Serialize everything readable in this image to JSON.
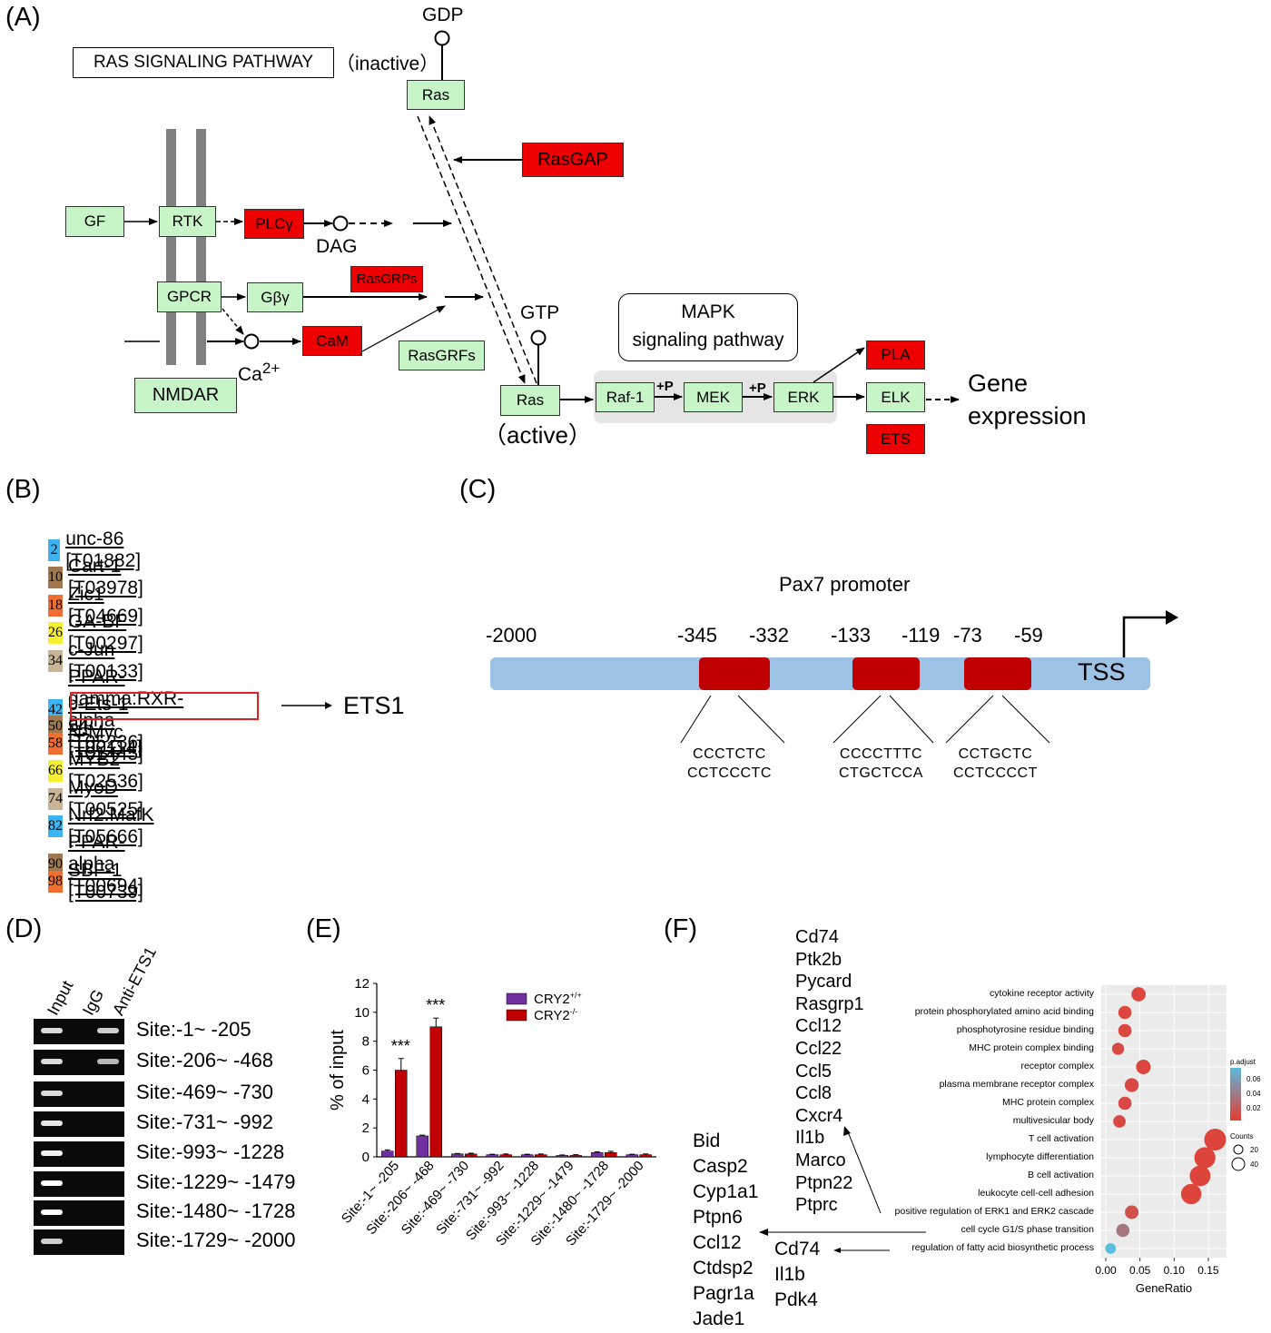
{
  "panel_labels": [
    "(A)",
    "(B)",
    "(C)",
    "(D)",
    "(E)",
    "(F)"
  ],
  "panelA": {
    "title": "RAS SIGNALING PATHWAY",
    "state_inactive": "（inactive）",
    "state_active": "（active）",
    "gdp": "GDP",
    "gtp": "GTP",
    "dag": "DAG",
    "ca": "Ca",
    "ca_sup": "2+",
    "mapk_line1": "MAPK",
    "mapk_line2": "signaling  pathway",
    "phos": "+P",
    "gene_expression_line1": "Gene",
    "gene_expression_line2": "expression",
    "nodes": {
      "ras_top": "Ras",
      "rasgap": "RasGAP",
      "gf": "GF",
      "rtk": "RTK",
      "plcg": "PLCγ",
      "rasgrps": "RasGRPs",
      "gpcr": "GPCR",
      "gby": "Gβγ",
      "cam": "CaM",
      "rasgrfs": "RasGRFs",
      "nmdar": "NMDAR",
      "ras_bottom": "Ras",
      "raf1": "Raf-1",
      "mek": "MEK",
      "erk": "ERK",
      "pla": "PLA",
      "elk": "ELK",
      "ets": "ETS"
    },
    "colors": {
      "green": "#c8f5c8",
      "red": "#ee0000"
    }
  },
  "panelB": {
    "factors": [
      {
        "num": "2",
        "name": "unc-86 [T01882]",
        "color": "#3cb4f0"
      },
      {
        "num": "10",
        "name": "Cart-1 [T03978]",
        "color": "#a07850"
      },
      {
        "num": "18",
        "name": "Zic1 [T04669]",
        "color": "#f06e32"
      },
      {
        "num": "26",
        "name": "GA-BF [T00297]",
        "color": "#f5f032"
      },
      {
        "num": "34",
        "name": "c-Jun [T00133]",
        "color": "#c8b496"
      },
      {
        "num": "42",
        "name": "PPAR-gamma:RXR-alpha [T05236]",
        "color": "#3cb4f0"
      },
      {
        "num": "50",
        "name": "c-Ets-1 54 [T00114]",
        "color": "#a07850"
      },
      {
        "num": "58",
        "name": "N-Myc [T01445]",
        "color": "#f06e32"
      },
      {
        "num": "66",
        "name": "MYB2 [T02536]",
        "color": "#f5f032"
      },
      {
        "num": "74",
        "name": "MyoD [T00525]",
        "color": "#c8b496"
      },
      {
        "num": "82",
        "name": "Nrf2:MafK [T05666]",
        "color": "#3cb4f0"
      },
      {
        "num": "90",
        "name": "PPAR-alpha [T00694]",
        "color": "#a07850"
      },
      {
        "num": "98",
        "name": "SBF-1 [T00739]",
        "color": "#f06e32"
      }
    ],
    "highlight_label": "ETS1"
  },
  "panelC": {
    "title": "Pax7 promoter",
    "start": "-2000",
    "tss": "TSS",
    "sites": [
      {
        "left": "-345",
        "right": "-332",
        "seq1": "CCCTCTC",
        "seq2": "CCTCCCTC"
      },
      {
        "left": "-133",
        "right": "-119",
        "seq1": "CCCCTTTC",
        "seq2": "CTGCTCCA"
      },
      {
        "left": "-73",
        "right": "-59",
        "seq1": "CCTGCTC",
        "seq2": "CCTCCCCT"
      }
    ]
  },
  "panelD": {
    "lanes": [
      "Input",
      "IgG",
      "Anti-ETS1"
    ],
    "sites": [
      "Site:-1~ -205",
      "Site:-206~ -468",
      "Site:-469~ -730",
      "Site:-731~ -992",
      "Site:-993~ -1228",
      "Site:-1229~ -1479",
      "Site:-1480~ -1728",
      "Site:-1729~ -2000"
    ],
    "band_intensity": [
      [
        0.85,
        0.0,
        0.8
      ],
      [
        0.85,
        0.0,
        0.7
      ],
      [
        0.85,
        0.0,
        0.0
      ],
      [
        0.9,
        0.0,
        0.0
      ],
      [
        0.95,
        0.0,
        0.0
      ],
      [
        1.0,
        0.0,
        0.0
      ],
      [
        1.0,
        0.0,
        0.0
      ],
      [
        0.8,
        0.0,
        0.0
      ]
    ]
  },
  "chart_data": {
    "type": "bar",
    "ylabel": "% of input",
    "ylim": [
      0,
      12
    ],
    "yticks": [
      0,
      2,
      4,
      6,
      8,
      10,
      12
    ],
    "categories": [
      "Site:-1~ -205",
      "Site:-206~ -468",
      "Site:-469~ -730",
      "Site:-731~ -992",
      "Site:-993~ -1228",
      "Site:-1229~ -1479",
      "Site:-1480~ -1728",
      "Site:-1729~ -2000"
    ],
    "series": [
      {
        "name": "CRY2",
        "sup": "+/+",
        "color": "#7030a0",
        "values": [
          0.4,
          1.45,
          0.2,
          0.15,
          0.15,
          0.1,
          0.3,
          0.15
        ],
        "errors": [
          0.08,
          0.05,
          0.03,
          0.03,
          0.03,
          0.03,
          0.05,
          0.03
        ]
      },
      {
        "name": "CRY2",
        "sup": "-/-",
        "color": "#c00000",
        "values": [
          6.0,
          9.0,
          0.2,
          0.15,
          0.15,
          0.1,
          0.3,
          0.15
        ],
        "errors": [
          0.8,
          0.6,
          0.05,
          0.05,
          0.05,
          0.05,
          0.08,
          0.05
        ]
      }
    ],
    "annotations": [
      {
        "category": 0,
        "text": "***"
      },
      {
        "category": 1,
        "text": "***"
      }
    ]
  },
  "panelF": {
    "genes_top": [
      "Cd74",
      "Ptk2b",
      "Pycard",
      "Rasgrp1",
      "Ccl12",
      "Ccl22",
      "Ccl5",
      "Ccl8",
      "Cxcr4",
      "Il1b",
      "Marco",
      "Ptpn22",
      "Ptprc"
    ],
    "genes_left": [
      "Bid",
      "Casp2",
      "Cyp1a1",
      "Ptpn6",
      "Ccl12",
      "Ctdsp2",
      "Pagr1a",
      "Jade1"
    ],
    "genes_mid": [
      "Cd74",
      "Il1b",
      "Pdk4"
    ],
    "dot_plot": {
      "xlabel": "GeneRatio",
      "xticks": [
        "0.00",
        "0.05",
        "0.10",
        "0.15"
      ],
      "xlim": [
        0,
        0.17
      ],
      "color_legend_title": "p.adjust",
      "color_ticks": [
        "0.06",
        "0.04",
        "0.02"
      ],
      "size_legend_title": "Counts",
      "size_ticks": [
        "20",
        "40"
      ],
      "terms": [
        {
          "name": "cytokine receptor activity",
          "ratio": 0.048,
          "count": 14,
          "padj": 0.005
        },
        {
          "name": "protein phosphorylated amino acid binding",
          "ratio": 0.028,
          "count": 11,
          "padj": 0.005
        },
        {
          "name": "phosphotyrosine residue binding",
          "ratio": 0.028,
          "count": 11,
          "padj": 0.005
        },
        {
          "name": "MHC protein complex binding",
          "ratio": 0.018,
          "count": 8,
          "padj": 0.006
        },
        {
          "name": "receptor complex",
          "ratio": 0.055,
          "count": 15,
          "padj": 0.005
        },
        {
          "name": "plasma membrane receptor complex",
          "ratio": 0.038,
          "count": 13,
          "padj": 0.006
        },
        {
          "name": "MHC protein complex",
          "ratio": 0.028,
          "count": 11,
          "padj": 0.006
        },
        {
          "name": "multivesicular body",
          "ratio": 0.02,
          "count": 9,
          "padj": 0.007
        },
        {
          "name": "T cell activation",
          "ratio": 0.16,
          "count": 48,
          "padj": 0.004
        },
        {
          "name": "lymphocyte differentiation",
          "ratio": 0.145,
          "count": 44,
          "padj": 0.004
        },
        {
          "name": "B cell activation",
          "ratio": 0.138,
          "count": 42,
          "padj": 0.004
        },
        {
          "name": "leukocyte cell-cell adhesion",
          "ratio": 0.125,
          "count": 40,
          "padj": 0.004
        },
        {
          "name": "positive regulation of ERK1 and ERK2 cascade",
          "ratio": 0.038,
          "count": 12,
          "padj": 0.01
        },
        {
          "name": "cell cycle G1/S phase transition",
          "ratio": 0.025,
          "count": 11,
          "padj": 0.03
        },
        {
          "name": "regulation of fatty acid biosynthetic process",
          "ratio": 0.007,
          "count": 5,
          "padj": 0.065
        }
      ]
    }
  }
}
